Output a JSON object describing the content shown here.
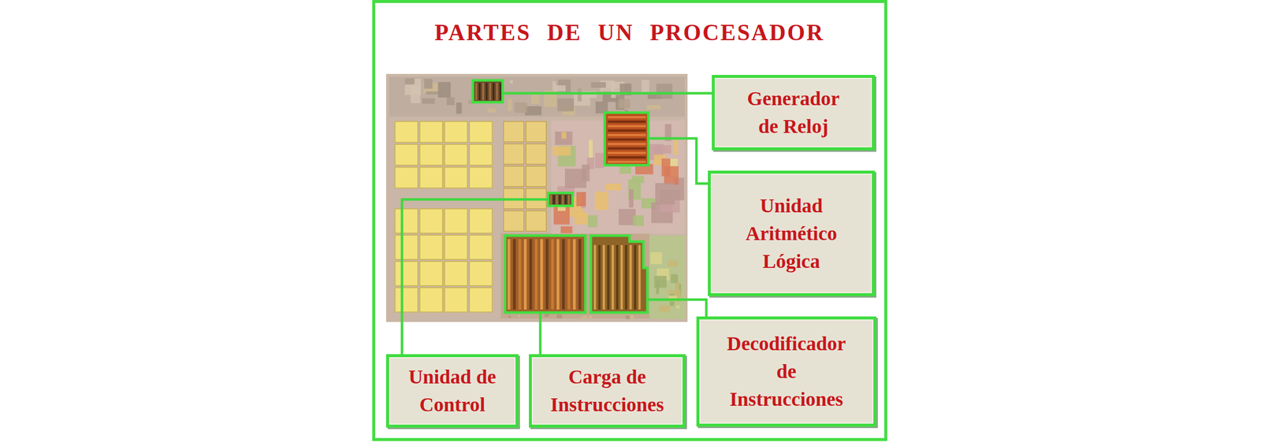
{
  "diagram": {
    "title": "PARTES DE UN PROCESADOR",
    "nodes": [
      {
        "text": [
          "Generador de Reloj"
        ]
      },
      {
        "text": [
          "Unidad Aritmético Lógica"
        ]
      },
      {
        "text": [
          "Unidad de Control"
        ]
      },
      {
        "text": [
          "Carga de Instrucciones"
        ]
      },
      {
        "text": [
          "Decodificador de Instrucciones"
        ]
      }
    ]
  }
}
